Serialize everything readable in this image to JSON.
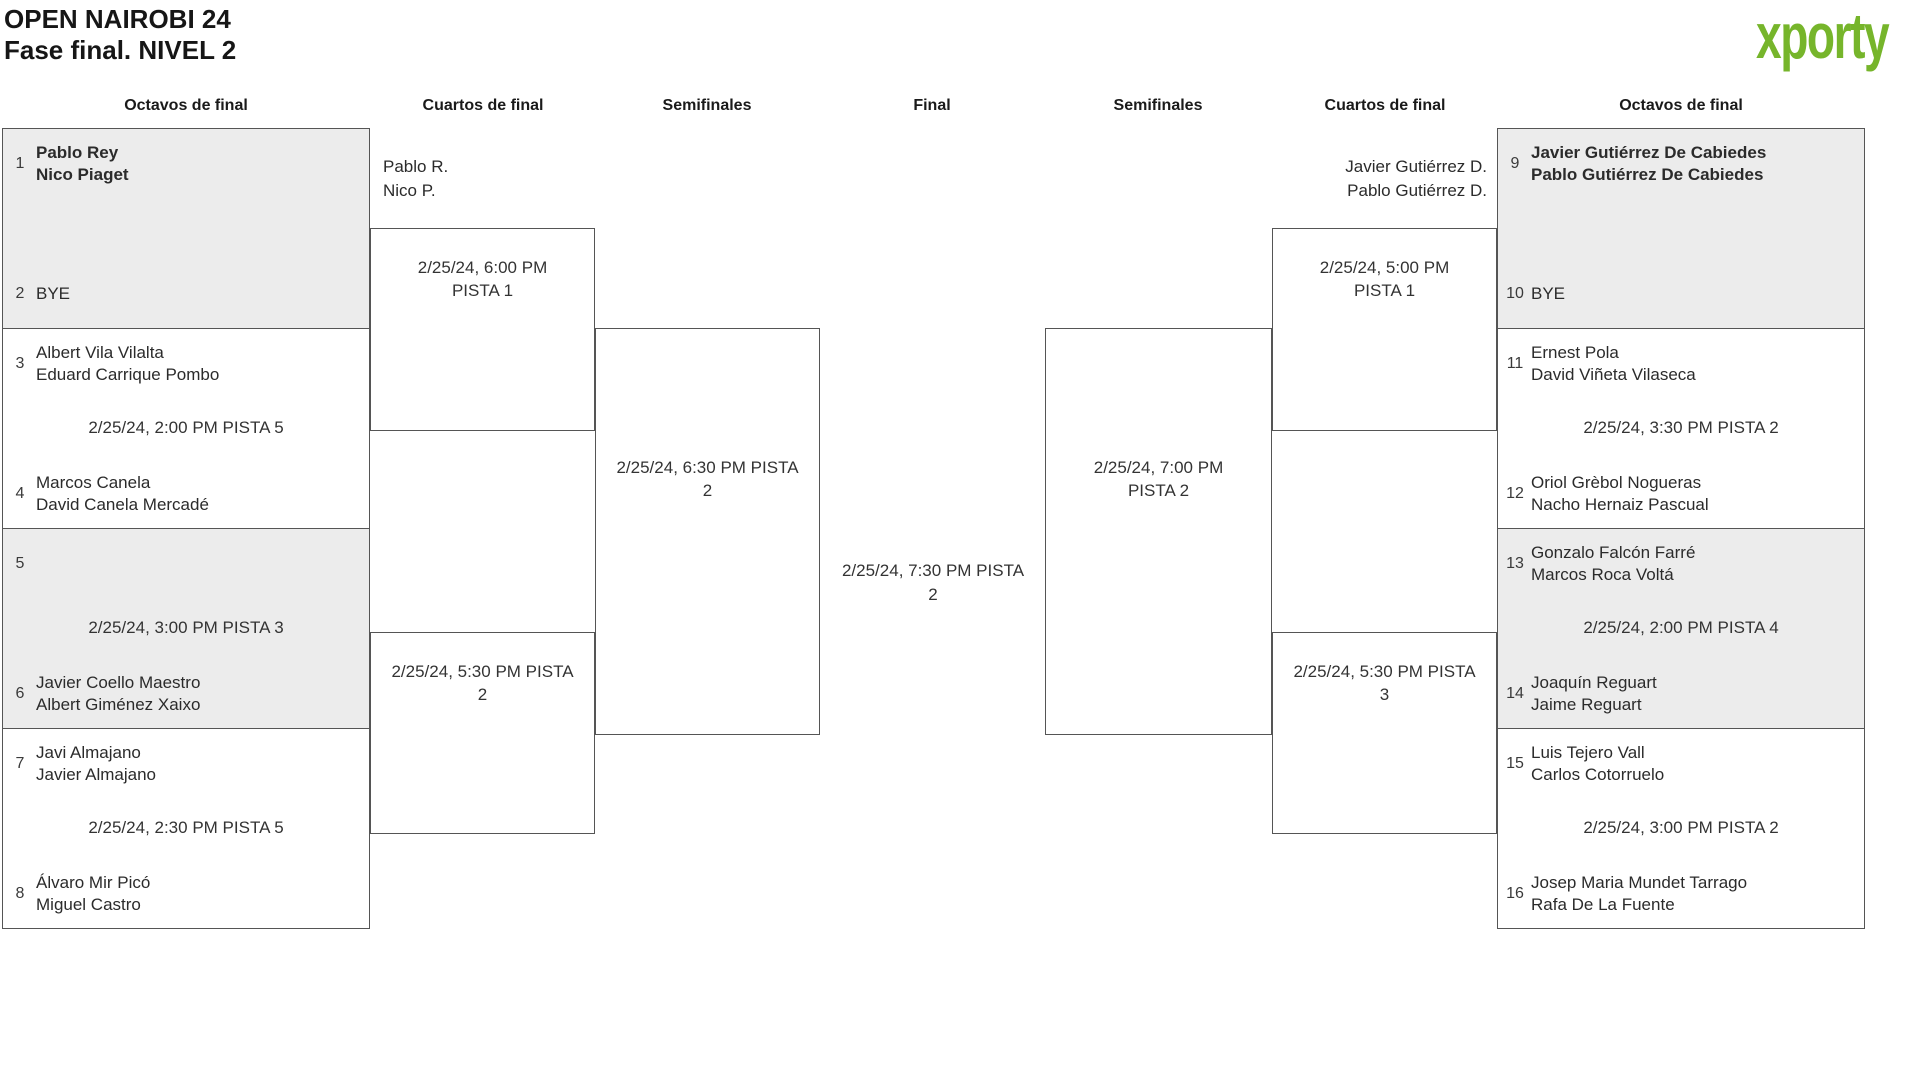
{
  "header": {
    "title_line1": "OPEN NAIROBI 24",
    "title_line2": "Fase final. NIVEL 2",
    "logo_text": "xporty"
  },
  "colors": {
    "accent_green": "#76b52b",
    "dot_blue": "#2d9fd8",
    "dot_orange": "#ec7b1c",
    "box_border": "#555555",
    "shaded_fill": "#ececec"
  },
  "columns": [
    "Octavos de final",
    "Cuartos de final",
    "Semifinales",
    "Final",
    "Semifinales",
    "Cuartos de final",
    "Octavos de final"
  ],
  "rounds": {
    "left_r16": [
      {
        "seed1": "1",
        "team1": [
          "Pablo Rey",
          "Nico Piaget"
        ],
        "time": "",
        "seed2": "2",
        "team2": [
          "BYE"
        ]
      },
      {
        "seed1": "3",
        "team1": [
          "Albert Vila Vilalta",
          "Eduard Carrique Pombo"
        ],
        "time": "2/25/24, 2:00 PM PISTA 5",
        "seed2": "4",
        "team2": [
          "Marcos Canela",
          "David Canela Mercadé"
        ]
      },
      {
        "seed1": "5",
        "team1": [
          "",
          ""
        ],
        "time": "2/25/24, 3:00 PM PISTA 3",
        "seed2": "6",
        "team2": [
          "Javier Coello Maestro",
          "Albert Giménez Xaixo"
        ]
      },
      {
        "seed1": "7",
        "team1": [
          "Javi Almajano",
          "Javier Almajano"
        ],
        "time": "2/25/24, 2:30 PM PISTA 5",
        "seed2": "8",
        "team2": [
          "Álvaro Mir Picó",
          "Miguel Castro"
        ]
      }
    ],
    "right_r16": [
      {
        "seed1": "9",
        "team1": [
          "Javier Gutiérrez De Cabiedes",
          "Pablo Gutiérrez De Cabiedes"
        ],
        "time": "",
        "seed2": "10",
        "team2": [
          "BYE"
        ]
      },
      {
        "seed1": "11",
        "team1": [
          "Ernest Pola",
          "David Viñeta Vilaseca"
        ],
        "time": "2/25/24, 3:30 PM PISTA 2",
        "seed2": "12",
        "team2": [
          "Oriol Grèbol Nogueras",
          "Nacho Hernaiz Pascual"
        ]
      },
      {
        "seed1": "13",
        "team1": [
          "Gonzalo Falcón Farré",
          "Marcos Roca Voltá"
        ],
        "time": "2/25/24, 2:00 PM PISTA 4",
        "seed2": "14",
        "team2": [
          "Joaquín Reguart",
          "Jaime Reguart"
        ]
      },
      {
        "seed1": "15",
        "team1": [
          "Luis Tejero Vall",
          "Carlos Cotorruelo"
        ],
        "time": "2/25/24, 3:00 PM PISTA 2",
        "seed2": "16",
        "team2": [
          "Josep Maria Mundet Tarrago",
          "Rafa De La Fuente"
        ]
      }
    ],
    "quarters": {
      "left_top": {
        "advancer": [
          "Pablo R.",
          "Nico P."
        ],
        "time_lines": [
          "2/25/24, 6:00 PM",
          "PISTA 1"
        ]
      },
      "left_bottom": {
        "time_lines": [
          "2/25/24, 5:30 PM PISTA",
          "2"
        ]
      },
      "right_top": {
        "advancer": [
          "Javier Gutiérrez D.",
          "Pablo Gutiérrez D."
        ],
        "time_lines": [
          "2/25/24, 5:00 PM",
          "PISTA 1"
        ]
      },
      "right_bottom": {
        "time_lines": [
          "2/25/24, 5:30 PM PISTA",
          "3"
        ]
      }
    },
    "semifinals": {
      "left": {
        "time_lines": [
          "2/25/24, 6:30 PM PISTA",
          "2"
        ]
      },
      "right": {
        "time_lines": [
          "2/25/24, 7:00 PM",
          "PISTA 2"
        ]
      }
    },
    "final": {
      "time_lines": [
        "2/25/24, 7:30 PM PISTA",
        "2"
      ]
    }
  }
}
